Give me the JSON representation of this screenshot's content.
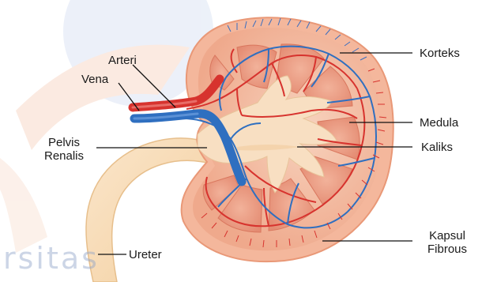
{
  "labels": {
    "arteri": "Arteri",
    "vena": "Vena",
    "pelvis_line1": "Pelvis",
    "pelvis_line2": "Renalis",
    "ureter": "Ureter",
    "korteks": "Korteks",
    "medula": "Medula",
    "kaliks": "Kaliks",
    "kapsul_line1": "Kapsul",
    "kapsul_line2": "Fibrous"
  },
  "watermark": "rsitas",
  "colors": {
    "capsule": "#f3b9a0",
    "cortex": "#f6c6ad",
    "pyramid": "#ec9f86",
    "pelvis": "#f7dcbc",
    "artery": "#d7332e",
    "vein": "#2f6fc0",
    "leader": "#111111"
  }
}
